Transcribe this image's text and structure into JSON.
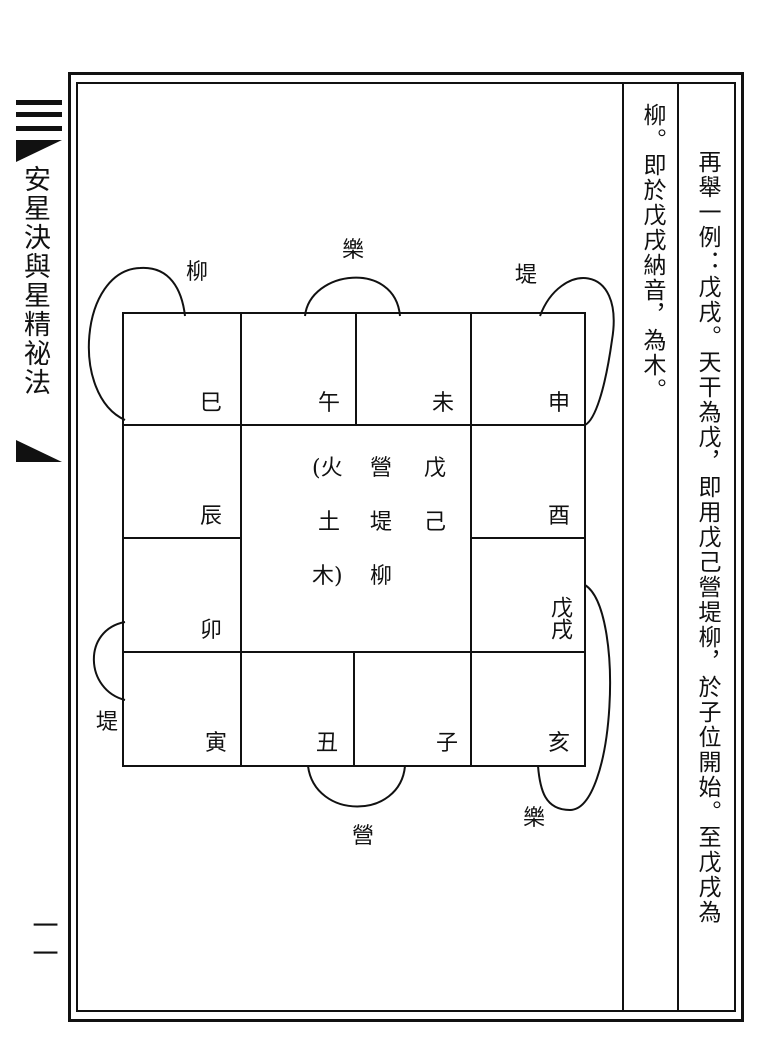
{
  "margin": {
    "title": "安星決與星精祕法",
    "page_number": "一一"
  },
  "text": {
    "line1": "再舉一例：戊戌。天干為戊，即用戊己營堤柳，於子位開始。至戊戌為",
    "line2": "柳。即於戊戌納音，為木。"
  },
  "chart": {
    "branches": {
      "si": "巳",
      "wu": "午",
      "wei": "未",
      "shen": "申",
      "chen": "辰",
      "you": "酉",
      "mao": "卯",
      "xu": "戊戌",
      "yin": "寅",
      "chou": "丑",
      "zi": "子",
      "hai": "亥"
    },
    "center": {
      "col1": [
        "(火",
        "土",
        "木)"
      ],
      "col2": [
        "營",
        "堤",
        "柳"
      ],
      "col3": [
        "戊",
        "己"
      ]
    },
    "outer_labels": {
      "liu_top": "柳",
      "le_top": "樂",
      "di_top": "堤",
      "di_left": "堤",
      "ying_bottom": "營",
      "le_bottom": "樂"
    }
  }
}
